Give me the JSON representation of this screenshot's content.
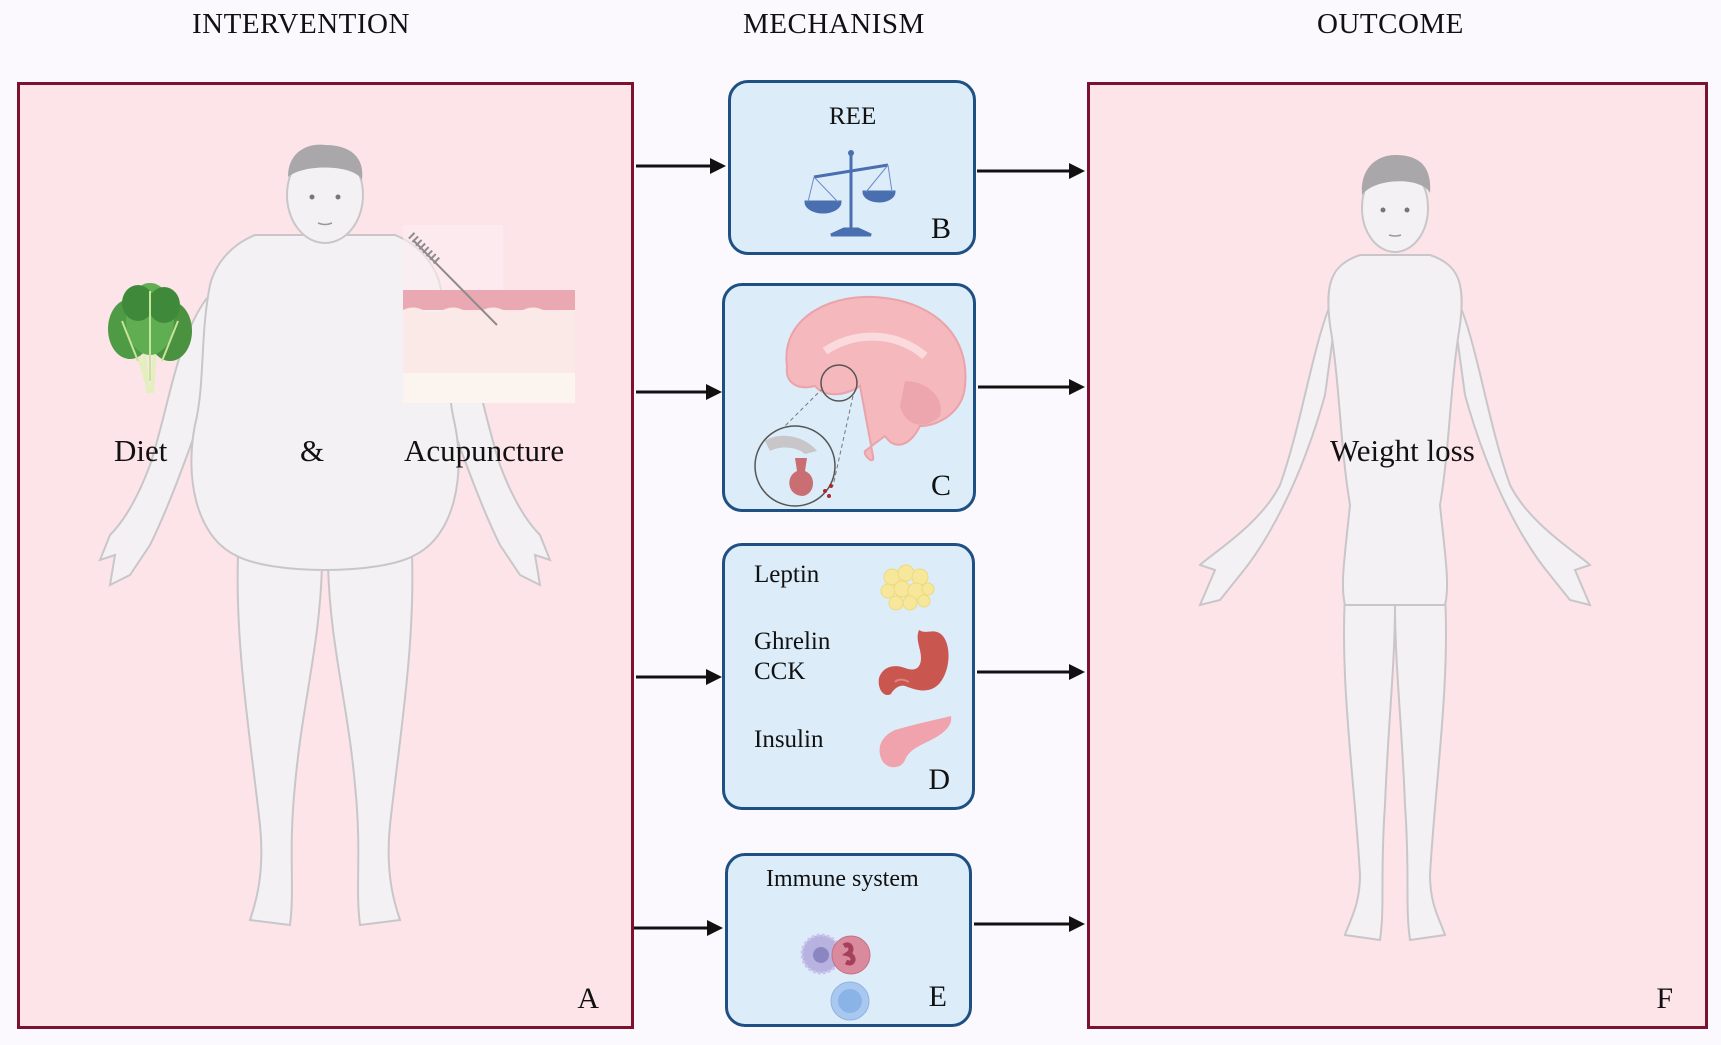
{
  "columns": {
    "intervention": "INTERVENTION",
    "mechanism": "MECHANISM",
    "outcome": "OUTCOME"
  },
  "panel_a": {
    "letter": "A",
    "labels": {
      "diet": "Diet",
      "and": "&",
      "acupuncture": "Acupuncture"
    },
    "icons": [
      "obese-person-icon",
      "leafy-greens-icon",
      "acupuncture-needle-skin-icon"
    ]
  },
  "panel_b": {
    "letter": "B",
    "title": "REE",
    "icon": "balance-scale-icon"
  },
  "panel_c": {
    "letter": "C",
    "icon": "brain-hypothalamus-icon"
  },
  "panel_d": {
    "letter": "D",
    "items": [
      {
        "label": "Leptin",
        "icon": "adipose-tissue-icon"
      },
      {
        "label": "Ghrelin",
        "label2": "CCK",
        "icon": "stomach-icon"
      },
      {
        "label": "Insulin",
        "icon": "pancreas-icon"
      }
    ]
  },
  "panel_e": {
    "letter": "E",
    "title": "Immune system",
    "icon": "immune-cells-icon"
  },
  "panel_f": {
    "letter": "F",
    "label": "Weight loss",
    "icon": "slim-person-icon"
  },
  "colors": {
    "panel_fill": "#fde4e9",
    "panel_border": "#7a1230",
    "mechanism_fill": "#dcedf9",
    "mechanism_border": "#1e5083",
    "scale": "#4a6fb0"
  }
}
